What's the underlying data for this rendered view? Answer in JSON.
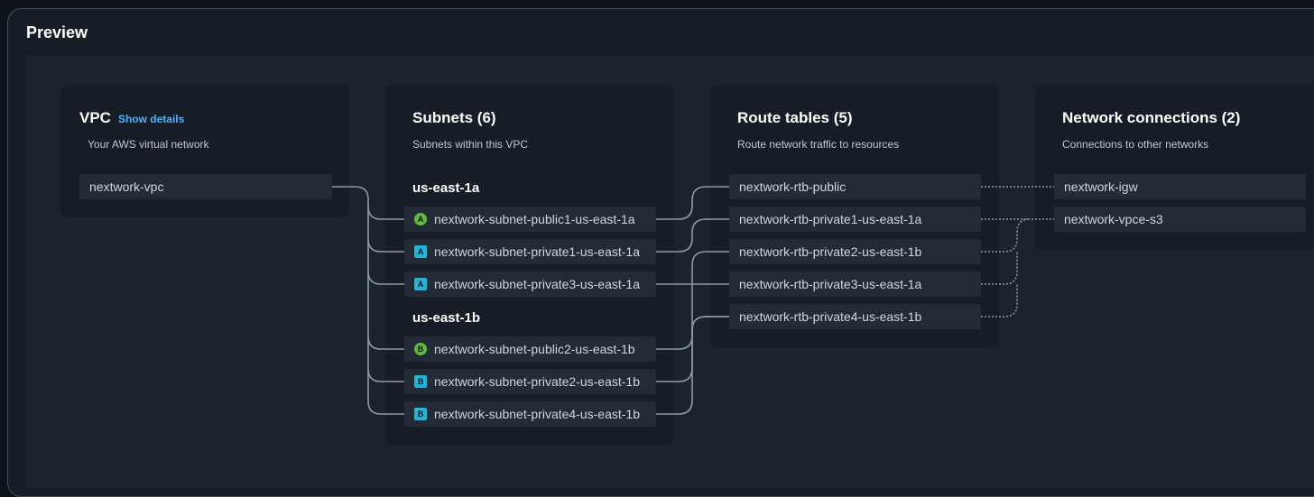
{
  "preview": {
    "title": "Preview"
  },
  "vpc": {
    "title": "VPC",
    "show_details": "Show details",
    "subtitle": "Your AWS virtual network",
    "name": "nextwork-vpc"
  },
  "subnets": {
    "title": "Subnets (6)",
    "subtitle": "Subnets within this VPC",
    "groups": [
      {
        "az": "us-east-1a",
        "items": [
          {
            "badge": "A",
            "type": "public",
            "label": "nextwork-subnet-public1-us-east-1a"
          },
          {
            "badge": "A",
            "type": "private",
            "label": "nextwork-subnet-private1-us-east-1a"
          },
          {
            "badge": "A",
            "type": "private",
            "label": "nextwork-subnet-private3-us-east-1a"
          }
        ]
      },
      {
        "az": "us-east-1b",
        "items": [
          {
            "badge": "B",
            "type": "public",
            "label": "nextwork-subnet-public2-us-east-1b"
          },
          {
            "badge": "B",
            "type": "private",
            "label": "nextwork-subnet-private2-us-east-1b"
          },
          {
            "badge": "B",
            "type": "private",
            "label": "nextwork-subnet-private4-us-east-1b"
          }
        ]
      }
    ]
  },
  "route_tables": {
    "title": "Route tables (5)",
    "subtitle": "Route network traffic to resources",
    "items": [
      "nextwork-rtb-public",
      "nextwork-rtb-private1-us-east-1a",
      "nextwork-rtb-private2-us-east-1b",
      "nextwork-rtb-private3-us-east-1a",
      "nextwork-rtb-private4-us-east-1b"
    ]
  },
  "network_connections": {
    "title": "Network connections (2)",
    "subtitle": "Connections to other networks",
    "items": [
      "nextwork-igw",
      "nextwork-vpce-s3"
    ]
  },
  "colors": {
    "public_badge": "#5fba3d",
    "private_badge": "#22b5d8",
    "link": "#42b4ff",
    "connector": "#8d99a8"
  }
}
